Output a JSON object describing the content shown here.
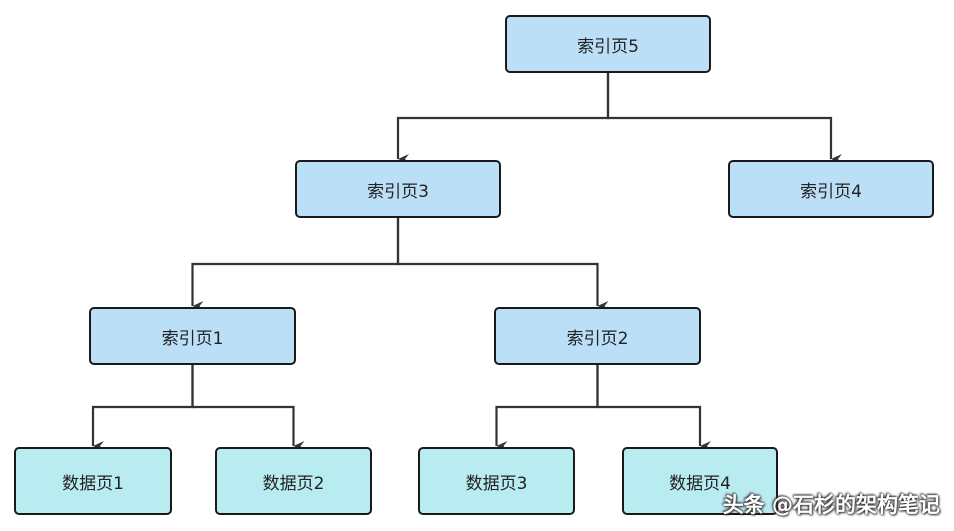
{
  "colors": {
    "index_fill": "#bcdff8",
    "data_fill": "#b8ecf0",
    "stroke": "#1a1a1a",
    "edge": "#333333"
  },
  "nodes": {
    "idx5": "索引页5",
    "idx3": "索引页3",
    "idx4": "索引页4",
    "idx1": "索引页1",
    "idx2": "索引页2",
    "d1": "数据页1",
    "d2": "数据页2",
    "d3": "数据页3",
    "d4": "数据页4"
  },
  "edges": [
    [
      "idx5",
      "idx3"
    ],
    [
      "idx5",
      "idx4"
    ],
    [
      "idx3",
      "idx1"
    ],
    [
      "idx3",
      "idx2"
    ],
    [
      "idx1",
      "d1"
    ],
    [
      "idx1",
      "d2"
    ],
    [
      "idx2",
      "d3"
    ],
    [
      "idx2",
      "d4"
    ]
  ],
  "watermark": "头条 @石杉的架构笔记"
}
